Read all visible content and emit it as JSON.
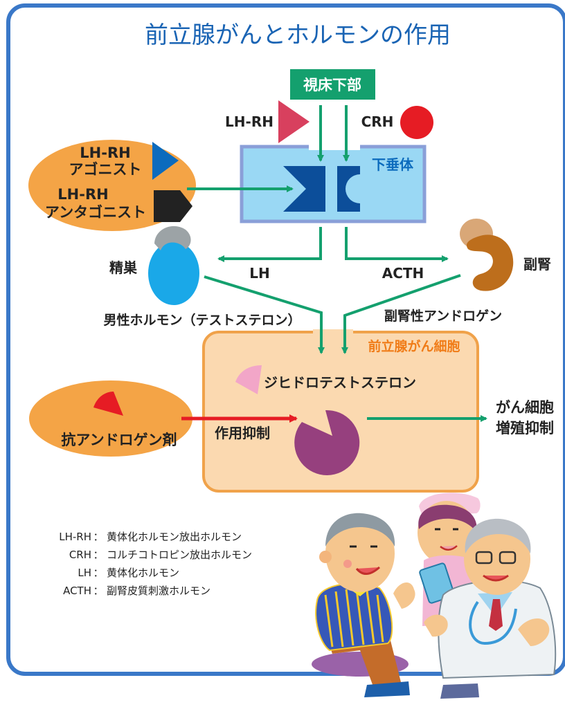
{
  "title": "前立腺がんとホルモンの作用",
  "hypothalamus": "視床下部",
  "lhrh_label": "LH-RH",
  "crh_label": "CRH",
  "pituitary": "下垂体",
  "agonist_line1": "LH-RH",
  "agonist_line2": "アゴニスト",
  "antagonist_line1": "LH-RH",
  "antagonist_line2": "アンタゴニスト",
  "testis": "精巣",
  "lh_arrow": "LH",
  "acth_arrow": "ACTH",
  "adrenal": "副腎",
  "male_hormone": "男性ホルモン（テストステロン）",
  "adrenal_androgen": "副腎性アンドロゲン",
  "cancer_cell": "前立腺がん細胞",
  "dht": "ジヒドロテストステロン",
  "antiandrogen": "抗アンドロゲン剤",
  "action_inhibit": "作用抑制",
  "growth_line1": "がん細胞",
  "growth_line2": "増殖抑制",
  "legend": [
    {
      "abbr": "LH-RH",
      "desc": "黄体化ホルモン放出ホルモン"
    },
    {
      "abbr": "CRH",
      "desc": "コルチコトロピン放出ホルモン"
    },
    {
      "abbr": "LH",
      "desc": "黄体化ホルモン"
    },
    {
      "abbr": "ACTH",
      "desc": "副腎皮質刺激ホルモン"
    }
  ],
  "colors": {
    "frame": "#3a78c8",
    "title": "#1a64b4",
    "green": "#14a06e",
    "pituitary_fill": "#9ad8f4",
    "pituitary_border": "#8a9fd8",
    "receptor": "#0c4e9a",
    "orange_oval": "#f4a446",
    "cell_fill": "#fbd9b0",
    "cell_border": "#f0a24a",
    "cell_label": "#f07c18",
    "magenta": "#d8405e",
    "red": "#e61c24",
    "testis_blue": "#1aa8e8",
    "adrenal_brown": "#bd6e1c",
    "pacman": "#96407e",
    "dht_pink": "#f2a6c8"
  }
}
